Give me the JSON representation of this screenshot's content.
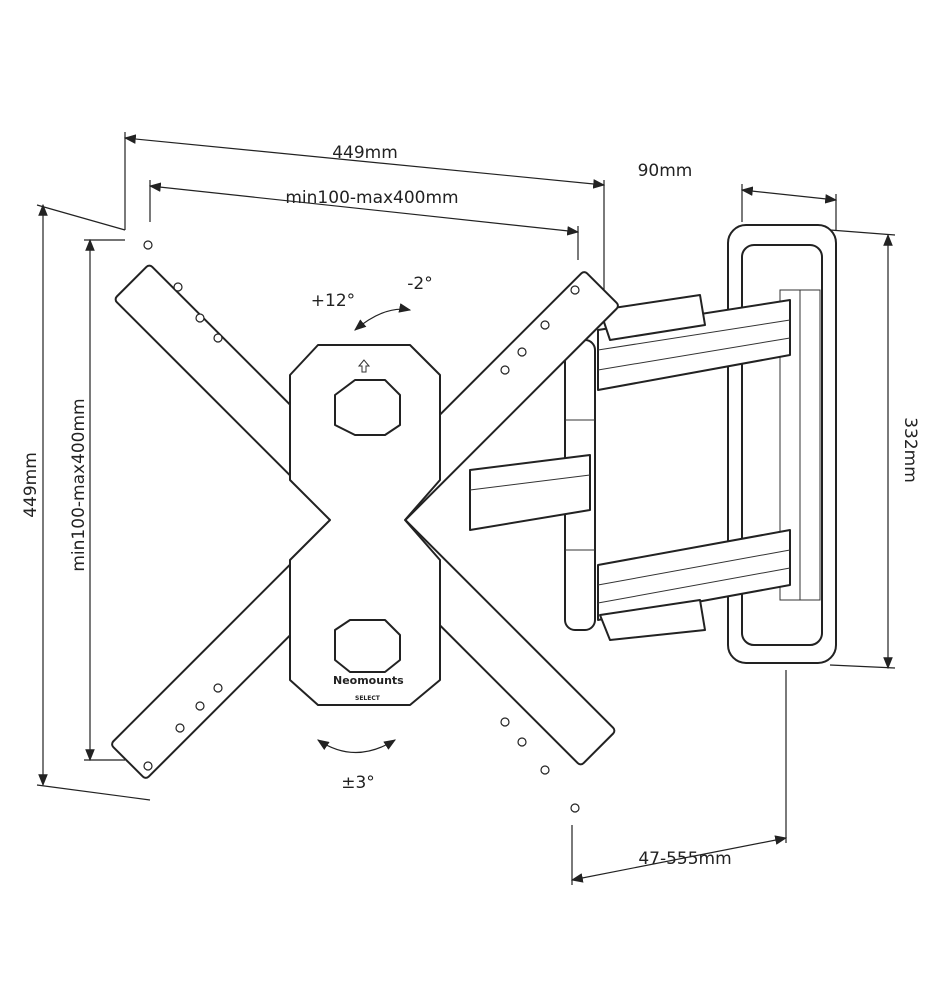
{
  "dimensions": {
    "overall_width": "449mm",
    "vesa_width": "min100-max400mm",
    "wall_plate_depth": "90mm",
    "wall_plate_height": "332mm",
    "overall_height": "449mm",
    "vesa_height": "min100-max400mm",
    "extension": "47-555mm"
  },
  "angles": {
    "tilt_up": "+12°",
    "tilt_down": "-2°",
    "rotation": "±3°"
  },
  "logo": {
    "brand": "Neomounts",
    "sub": "SELECT"
  }
}
